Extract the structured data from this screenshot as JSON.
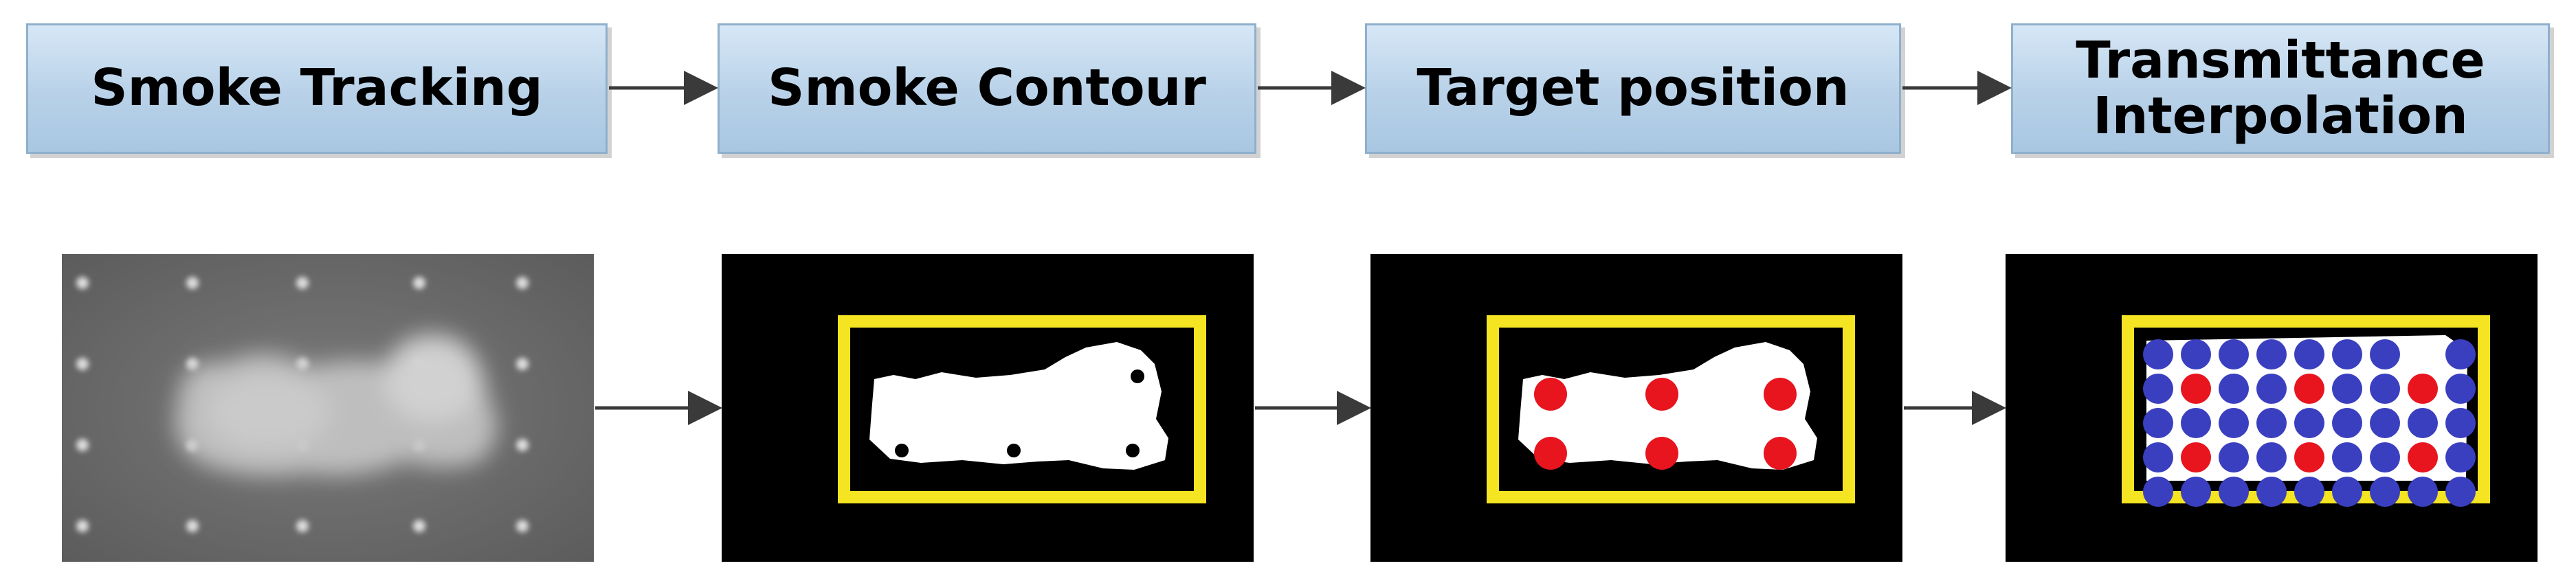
{
  "steps": [
    {
      "label": "Smoke Tracking"
    },
    {
      "label": "Smoke Contour"
    },
    {
      "label": "Target position"
    },
    {
      "label": "Transmittance\nInterpolation"
    }
  ],
  "colors": {
    "box_fill": "#b8d1e8",
    "box_border": "#8fb0cc",
    "arrow": "#3a3a3a",
    "frame": "#f4e421",
    "target_red": "#e8141e",
    "interp_blue": "#3a3fc0",
    "smoke": "#c4c4c4",
    "background_gray": "#6e6e6e"
  }
}
